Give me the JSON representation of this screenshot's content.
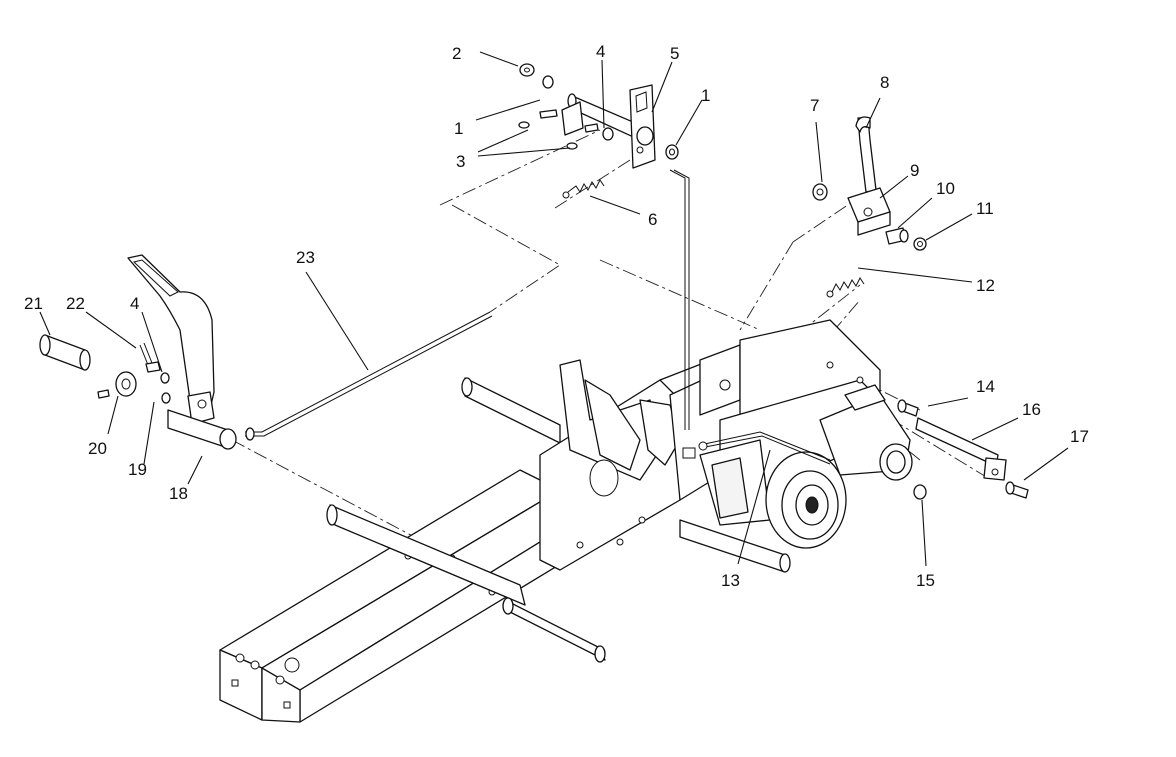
{
  "callouts": [
    {
      "id": "c2",
      "text": "2"
    },
    {
      "id": "c4a",
      "text": "4"
    },
    {
      "id": "c5",
      "text": "5"
    },
    {
      "id": "c1a",
      "text": "1"
    },
    {
      "id": "c1b",
      "text": "1"
    },
    {
      "id": "c3",
      "text": "3"
    },
    {
      "id": "c6",
      "text": "6"
    },
    {
      "id": "c7",
      "text": "7"
    },
    {
      "id": "c8",
      "text": "8"
    },
    {
      "id": "c9",
      "text": "9"
    },
    {
      "id": "c10",
      "text": "10"
    },
    {
      "id": "c11",
      "text": "11"
    },
    {
      "id": "c12",
      "text": "12"
    },
    {
      "id": "c23",
      "text": "23"
    },
    {
      "id": "c21",
      "text": "21"
    },
    {
      "id": "c22",
      "text": "22"
    },
    {
      "id": "c4b",
      "text": "4"
    },
    {
      "id": "c20",
      "text": "20"
    },
    {
      "id": "c19",
      "text": "19"
    },
    {
      "id": "c18",
      "text": "18"
    },
    {
      "id": "c14",
      "text": "14"
    },
    {
      "id": "c16",
      "text": "16"
    },
    {
      "id": "c17",
      "text": "17"
    },
    {
      "id": "c13",
      "text": "13"
    },
    {
      "id": "c15",
      "text": "15"
    }
  ]
}
